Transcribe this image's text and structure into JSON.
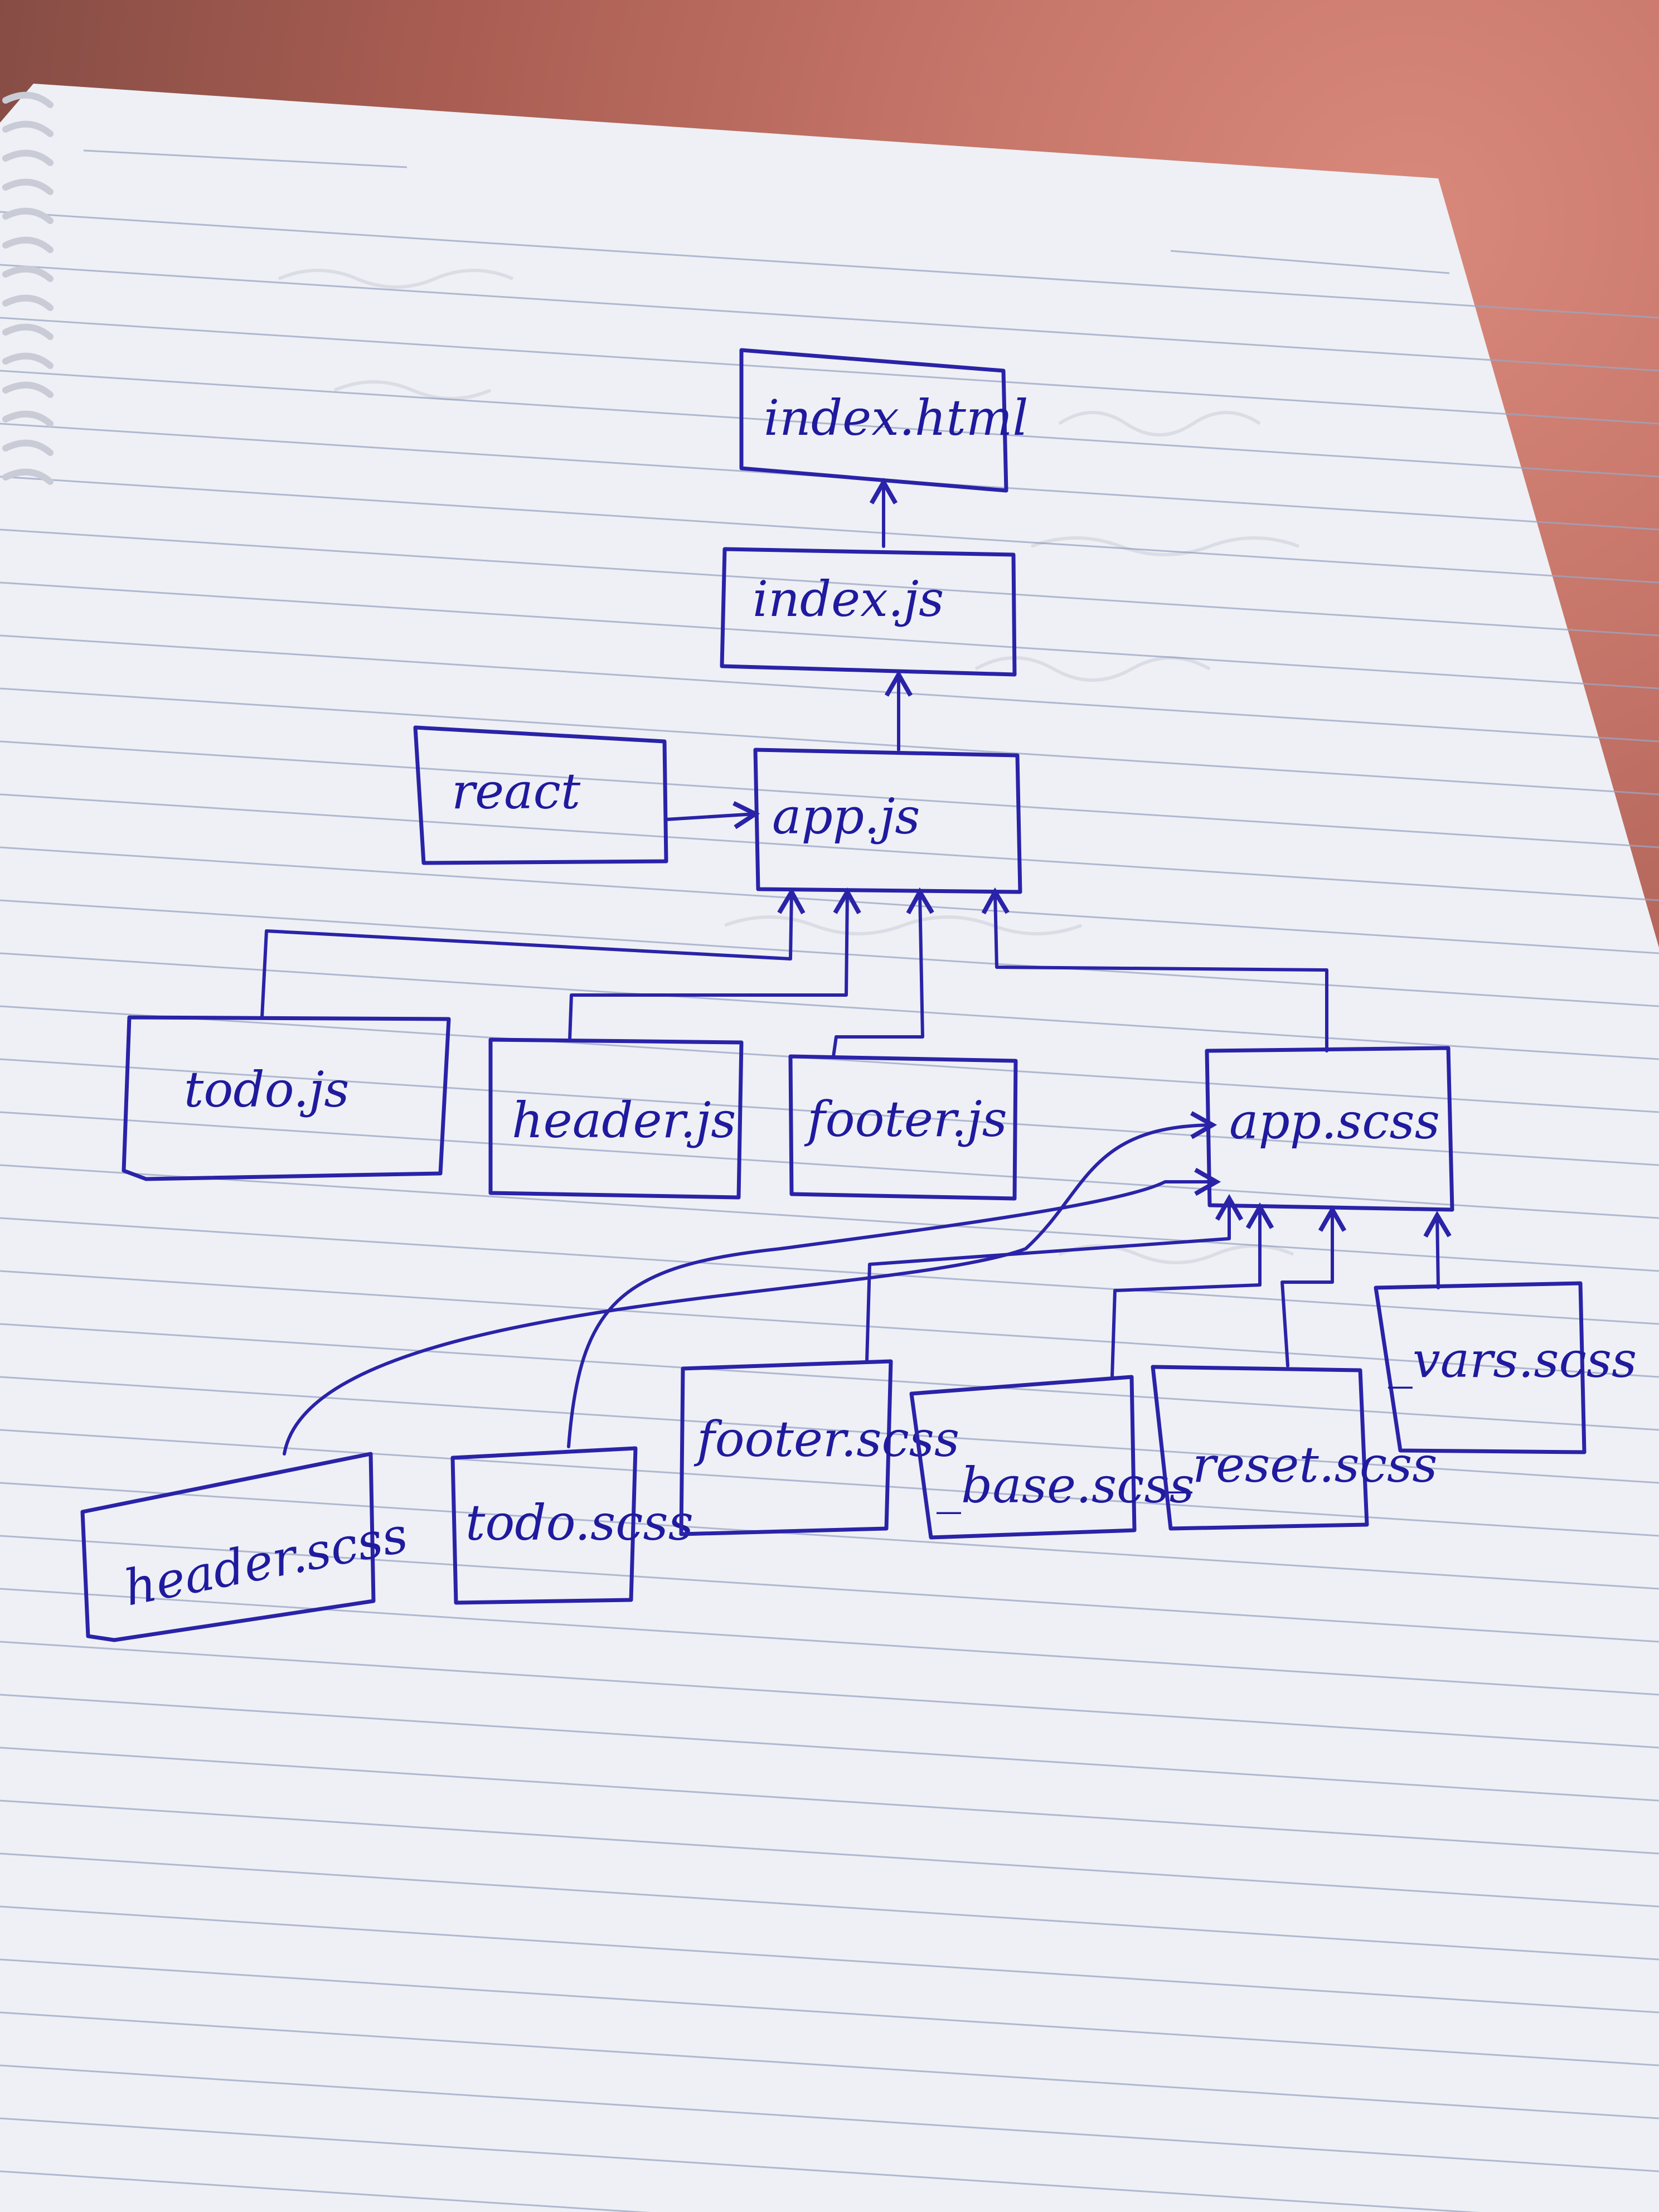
{
  "diagram": {
    "nodes": {
      "index_html": "index.html",
      "index_js": "index.js",
      "react": "react",
      "app_js": "app.js",
      "todo_js": "todo.js",
      "header_js": "header.js",
      "footer_js": "footer.js",
      "app_scss": "app.scss",
      "header_scss": "header.scss",
      "todo_scss": "todo.scss",
      "footer_scss": "footer.scss",
      "base_scss": "_base.scss",
      "reset_scss": "_reset.scss",
      "vars_scss": "_vars.scss"
    },
    "edges": [
      {
        "from": "index_js",
        "to": "index_html"
      },
      {
        "from": "app_js",
        "to": "index_js"
      },
      {
        "from": "react",
        "to": "app_js"
      },
      {
        "from": "todo_js",
        "to": "app_js"
      },
      {
        "from": "header_js",
        "to": "app_js"
      },
      {
        "from": "footer_js",
        "to": "app_js"
      },
      {
        "from": "app_scss",
        "to": "app_js"
      },
      {
        "from": "header_scss",
        "to": "app_scss"
      },
      {
        "from": "todo_scss",
        "to": "app_scss"
      },
      {
        "from": "footer_scss",
        "to": "app_scss"
      },
      {
        "from": "base_scss",
        "to": "app_scss"
      },
      {
        "from": "reset_scss",
        "to": "app_scss"
      },
      {
        "from": "vars_scss",
        "to": "app_scss"
      }
    ],
    "ink_color": "#2a23a8",
    "paper_color": "#f2f3f7",
    "rule_color": "#9aa6c4"
  }
}
